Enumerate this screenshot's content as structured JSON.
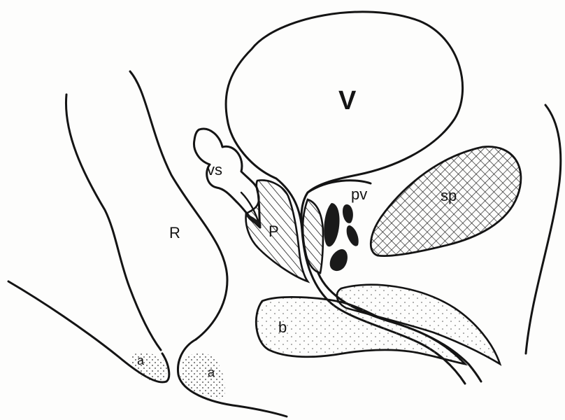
{
  "diagram": {
    "labels": {
      "bladder": "V",
      "seminal_vesicle": "vs",
      "prostate": "P",
      "rectum": "R",
      "prevesical_plexus": "pv",
      "symphysis_pubis": "sp",
      "bulb": "b",
      "anus_left": "a",
      "anus_right": "a"
    },
    "colors": {
      "line": "#141414",
      "paper": "#fdfdfc",
      "vein_fill": "#1a1a1a"
    }
  }
}
